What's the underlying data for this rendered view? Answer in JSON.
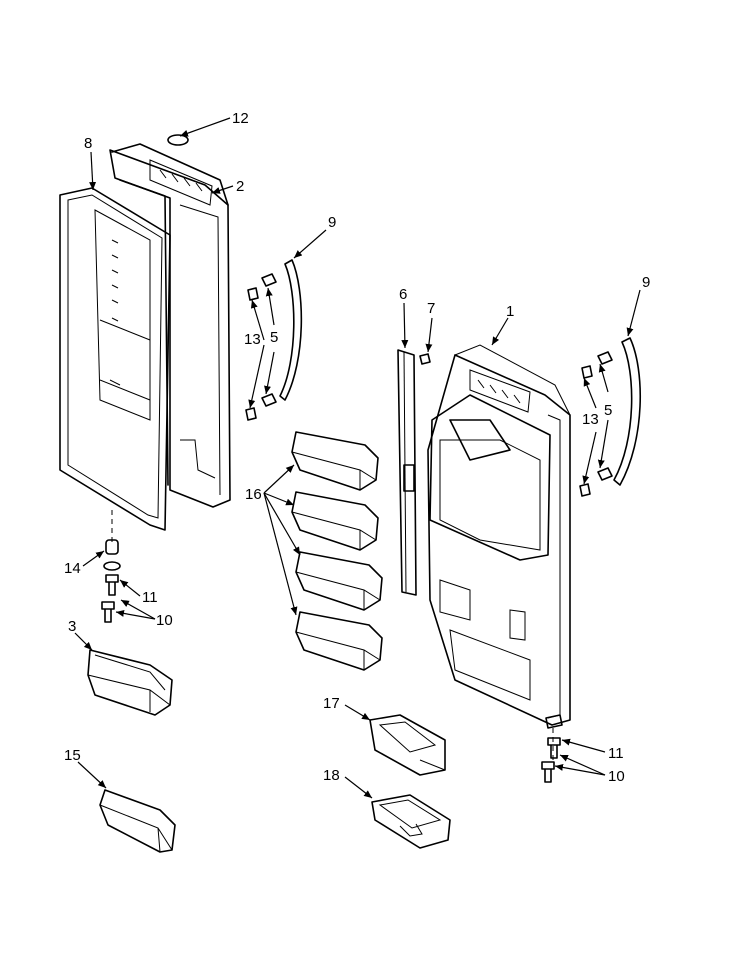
{
  "callouts": [
    {
      "id": "c12a",
      "label": "12"
    },
    {
      "id": "c8",
      "label": "8"
    },
    {
      "id": "c2",
      "label": "2"
    },
    {
      "id": "c9a",
      "label": "9"
    },
    {
      "id": "c13a",
      "label": "13"
    },
    {
      "id": "c5a",
      "label": "5"
    },
    {
      "id": "c6",
      "label": "6"
    },
    {
      "id": "c7",
      "label": "7"
    },
    {
      "id": "c1",
      "label": "1"
    },
    {
      "id": "c9b",
      "label": "9"
    },
    {
      "id": "c13b",
      "label": "13"
    },
    {
      "id": "c5b",
      "label": "5"
    },
    {
      "id": "c16",
      "label": "16"
    },
    {
      "id": "c14",
      "label": "14"
    },
    {
      "id": "c11a",
      "label": "11"
    },
    {
      "id": "c10a",
      "label": "10"
    },
    {
      "id": "c3",
      "label": "3"
    },
    {
      "id": "c15",
      "label": "15"
    },
    {
      "id": "c17",
      "label": "17"
    },
    {
      "id": "c18",
      "label": "18"
    },
    {
      "id": "c11b",
      "label": "11"
    },
    {
      "id": "c10b",
      "label": "10"
    }
  ]
}
